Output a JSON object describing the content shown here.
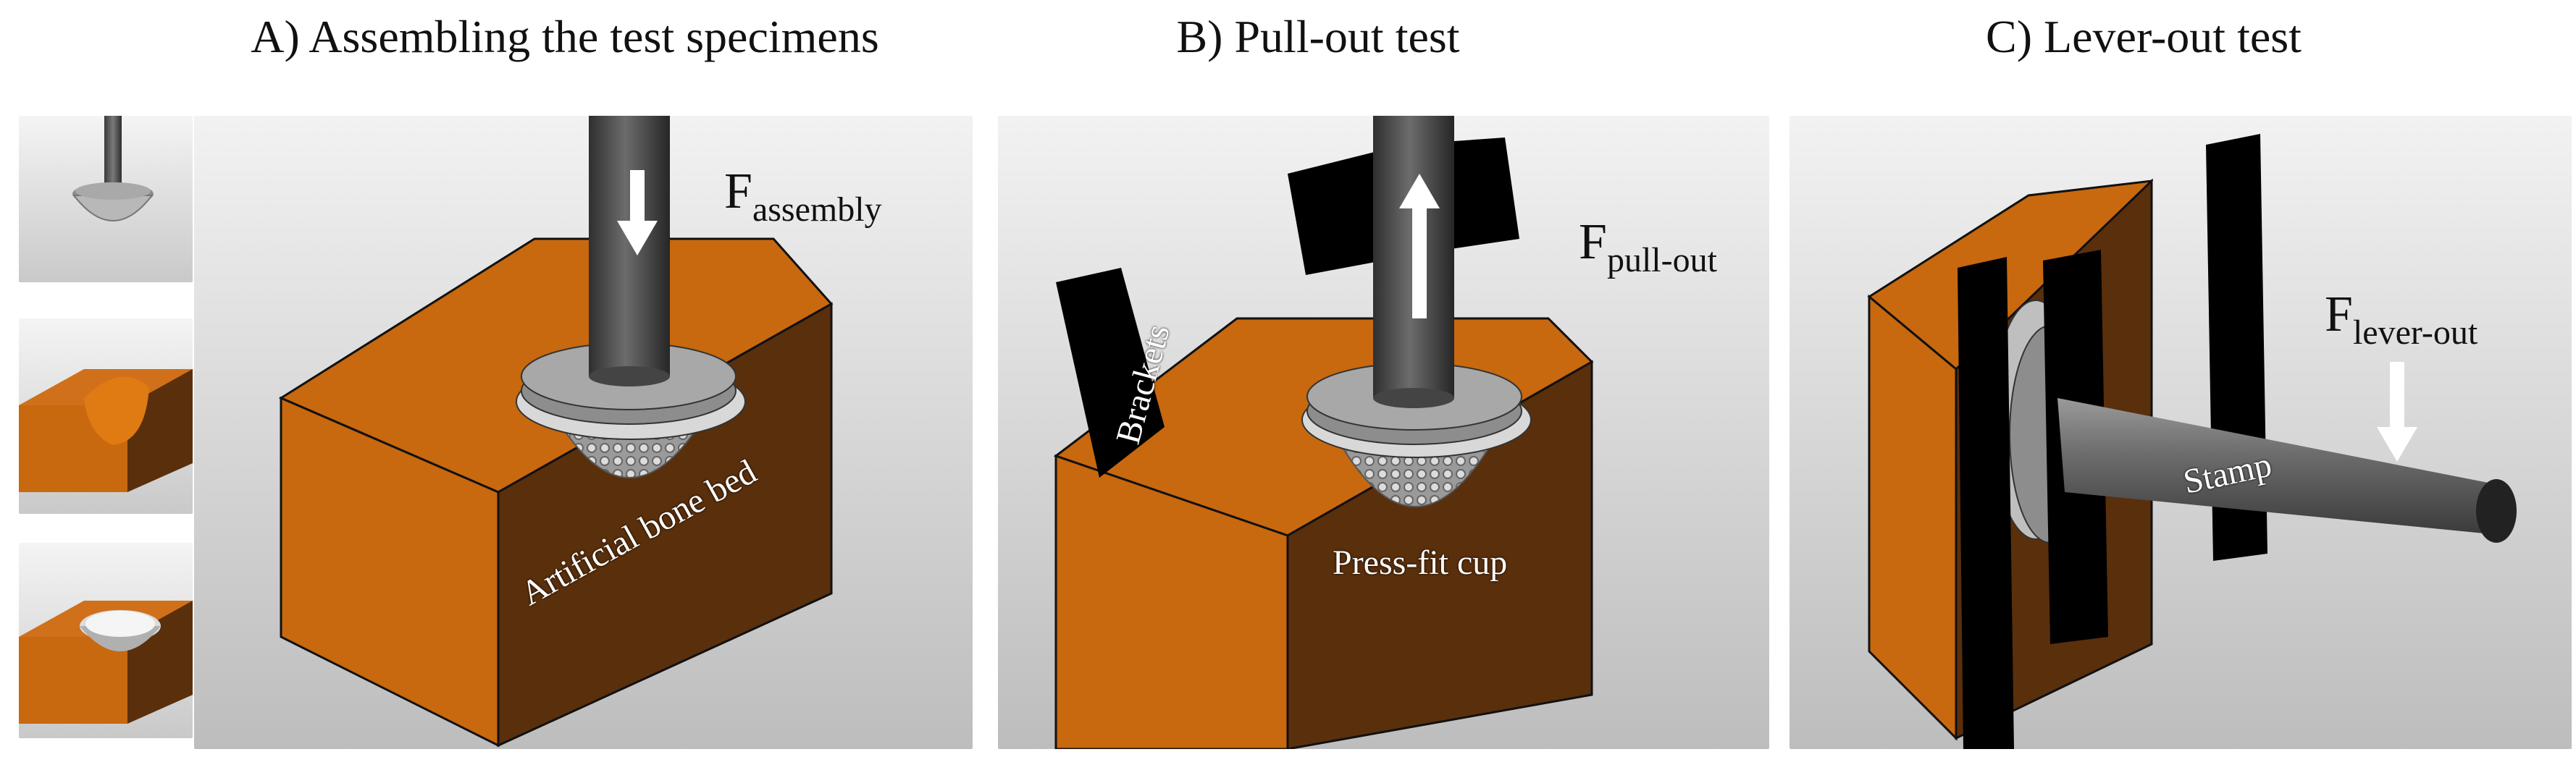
{
  "titles": {
    "a": "A) Assembling the test specimens",
    "b": "B) Pull-out test",
    "c": "C) Lever-out test"
  },
  "forces": {
    "assembly": {
      "symbol": "F",
      "sub": "assembly"
    },
    "pull_out": {
      "symbol": "F",
      "sub": "pull-out"
    },
    "lever_out": {
      "symbol": "F",
      "sub": "lever-out"
    }
  },
  "labels": {
    "bone_bed": "Artificial bone bed",
    "brackets": "Brackets",
    "press_fit_cup": "Press-fit cup",
    "stamp": "Stamp"
  },
  "colors": {
    "bone_orange": "#c8680f",
    "bone_dark": "#5a2f0c",
    "metal_gray": "#555555",
    "bracket_black": "#000000",
    "background_top": "#f2f2f2",
    "background_bottom": "#bdbdbd"
  },
  "icons": {
    "down_arrow": "down-arrow-icon",
    "up_arrow": "up-arrow-icon"
  }
}
